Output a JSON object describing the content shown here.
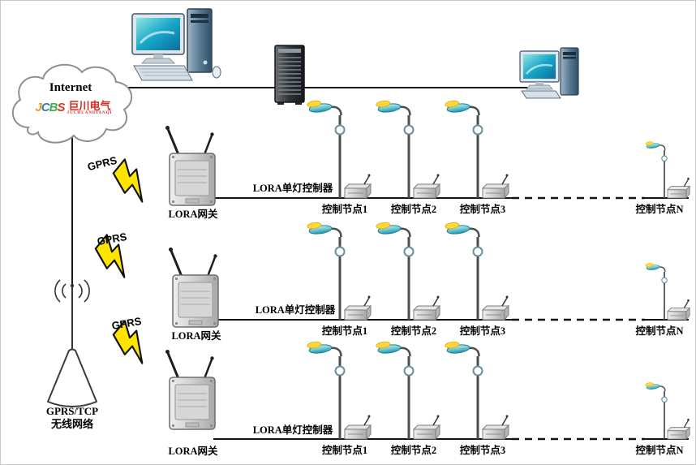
{
  "cloud": {
    "title": "Internet",
    "logo_letters": [
      "J",
      "C",
      "B",
      "S"
    ],
    "logo_cn": "巨川电气",
    "logo_sub": "JUCHUANDIANQI"
  },
  "wireless": {
    "gprs_label": "GPRS",
    "tower_label_line1": "GPRS/TCP",
    "tower_label_line2": "无线网络"
  },
  "rows": [
    {
      "gateway_label": "LORA网关",
      "bus_label": "LORA单灯控制器",
      "nodes": [
        "控制节点1",
        "控制节点2",
        "控制节点3",
        "控制节点N"
      ]
    },
    {
      "gateway_label": "LORA网关",
      "bus_label": "LORA单灯控制器",
      "nodes": [
        "控制节点1",
        "控制节点2",
        "控制节点3",
        "控制节点N"
      ]
    },
    {
      "gateway_label": "LORA网关",
      "bus_label": "LORA单灯控制器",
      "nodes": [
        "控制节点1",
        "控制节点2",
        "控制节点3",
        "控制节点N"
      ]
    }
  ]
}
